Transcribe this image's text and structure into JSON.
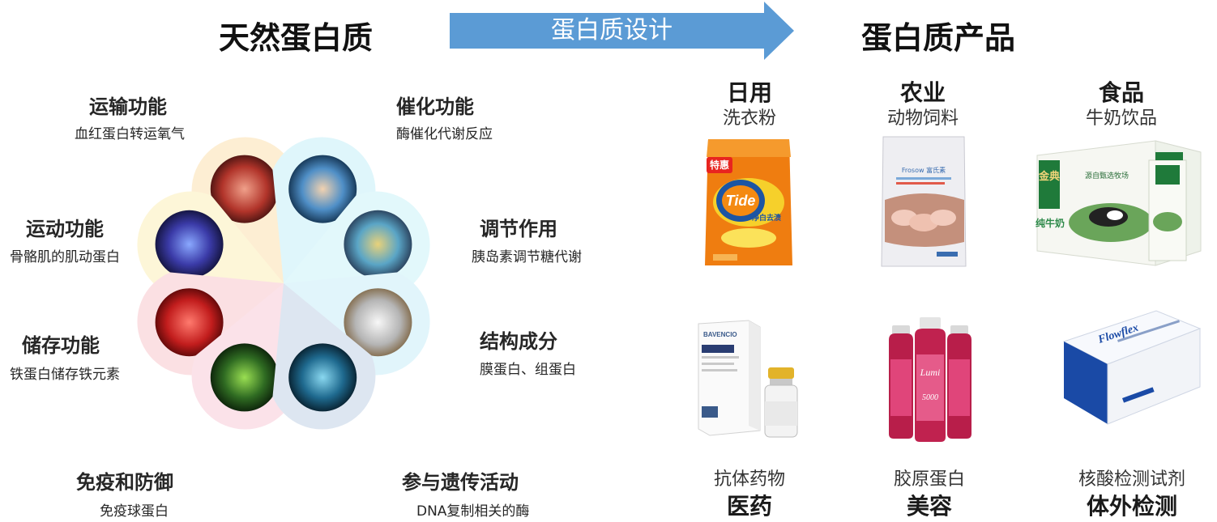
{
  "header": {
    "left_title": "天然蛋白质",
    "arrow_label": "蛋白质设计",
    "right_title": "蛋白质产品"
  },
  "functions": [
    {
      "title": "运输功能",
      "desc": "血红蛋白转运氧气",
      "petal_color": "#fdeed3"
    },
    {
      "title": "催化功能",
      "desc": "酶催化代谢反应",
      "petal_color": "#dff6fb"
    },
    {
      "title": "运动功能",
      "desc": "骨骼肌的肌动蛋白",
      "petal_color": "#fdf6d8"
    },
    {
      "title": "调节作用",
      "desc": "胰岛素调节糖代谢",
      "petal_color": "#e2f8fb"
    },
    {
      "title": "储存功能",
      "desc": "铁蛋白储存铁元素",
      "petal_color": "#fbe0e3"
    },
    {
      "title": "结构成分",
      "desc": "膜蛋白、组蛋白",
      "petal_color": "#e1f5fb"
    },
    {
      "title": "免疫和防御",
      "desc": "免疫球蛋白",
      "petal_color": "#fbe2e9"
    },
    {
      "title": "参与遗传活动",
      "desc": "DNA复制相关的酶",
      "petal_color": "#dde6f1"
    }
  ],
  "products_top": [
    {
      "title": "日用",
      "sub": "洗衣粉"
    },
    {
      "title": "农业",
      "sub": "动物饲料"
    },
    {
      "title": "食品",
      "sub": "牛奶饮品"
    }
  ],
  "products_bottom": [
    {
      "sub": "抗体药物",
      "title": "医药"
    },
    {
      "sub": "胶原蛋白",
      "title": "美容"
    },
    {
      "sub": "核酸检测试剂",
      "title": "体外检测"
    }
  ],
  "package_text": {
    "tide_brand": "Tide",
    "tide_badge": "特惠",
    "tide_tag": "净白去渍",
    "feed_brand": "Frosow 富氏素",
    "milk_brand": "金典",
    "milk_name": "纯牛奶",
    "milk_tag": "源自甄选牧场",
    "drug_brand": "BAVENCIO",
    "lumi_brand": "Lumi",
    "lumi_number": "5000",
    "flowflex_brand": "Flowflex"
  },
  "colors": {
    "arrow": "#5b9bd5",
    "tide_orange": "#ef7d10",
    "tide_blue": "#1c55a3",
    "lumi_pink": "#e0457a",
    "milk_green": "#1f7a3a",
    "flowflex_blue": "#1a4aa6"
  }
}
